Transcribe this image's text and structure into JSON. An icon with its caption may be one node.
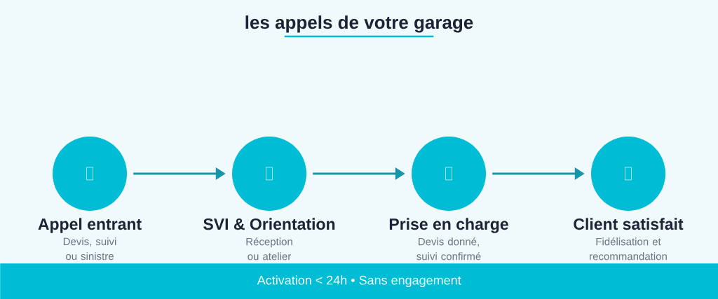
{
  "diagram": {
    "title": "les appels de votre garage",
    "nodes": [
      {
        "text": [
          "Appel entrant",
          "Devis, suivi ou sinistre"
        ]
      },
      {
        "text": [
          "SVI & Orientation",
          "Réception ou atelier"
        ]
      },
      {
        "text": [
          "Prise en charge",
          "Devis donné, suivi confirmé"
        ]
      },
      {
        "text": [
          "Client satisfait",
          "Fidélisation et recommandation"
        ]
      },
      {
        "text": [
          "Activation < 24h • Sans engagement"
        ]
      }
    ],
    "edges": [
      {
        "from": 0,
        "to": 1,
        "arrow": "to"
      },
      {
        "from": 1,
        "to": 2,
        "arrow": "to"
      },
      {
        "from": 2,
        "to": 3,
        "arrow": "to"
      }
    ]
  }
}
